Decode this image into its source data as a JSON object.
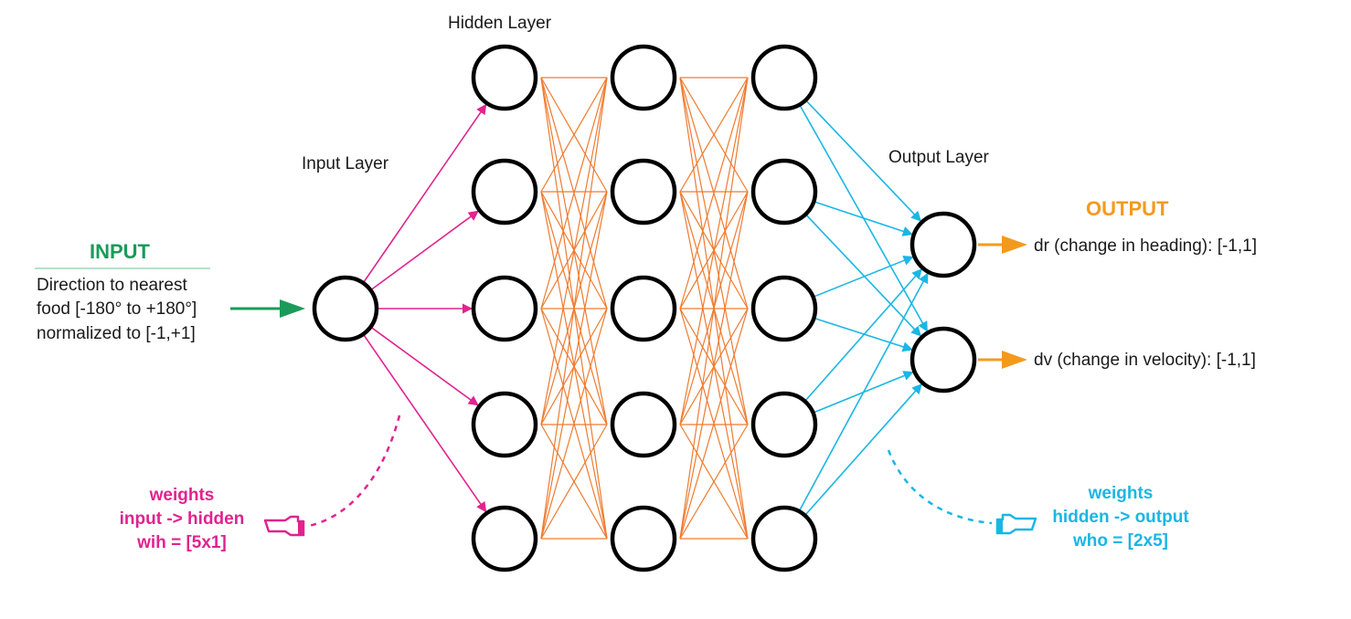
{
  "colors": {
    "input": "#1a9b5a",
    "input_to_hidden": "#e0238f",
    "hidden_to_hidden": "#f07a2e",
    "hidden_to_output": "#1ab6e4",
    "output": "#f39a1e",
    "node_stroke": "#000000",
    "text": "#1a1a1a"
  },
  "labels": {
    "hidden_layer": "Hidden Layer",
    "input_layer": "Input Layer",
    "output_layer": "Output Layer"
  },
  "input": {
    "heading": "INPUT",
    "desc_line1": "Direction to nearest",
    "desc_line2": "food [-180° to +180°]",
    "desc_line3": "normalized to [-1,+1]"
  },
  "output": {
    "heading": "OUTPUT",
    "out1": "dr (change in heading): [-1,1]",
    "out2": "dv (change in velocity): [-1,1]"
  },
  "weights_ih": {
    "line1": "weights",
    "line2": "input -> hidden",
    "line3": "wih = [5x1]"
  },
  "weights_ho": {
    "line1": "weights",
    "line2": "hidden -> output",
    "line3": "who = [2x5]"
  },
  "network": {
    "input_nodes": 1,
    "hidden_layers": 3,
    "hidden_nodes_per_layer": 5,
    "output_nodes": 2
  },
  "icons": {
    "pointer_left": "pointing-hand-icon",
    "pointer_right": "pointing-hand-icon"
  }
}
